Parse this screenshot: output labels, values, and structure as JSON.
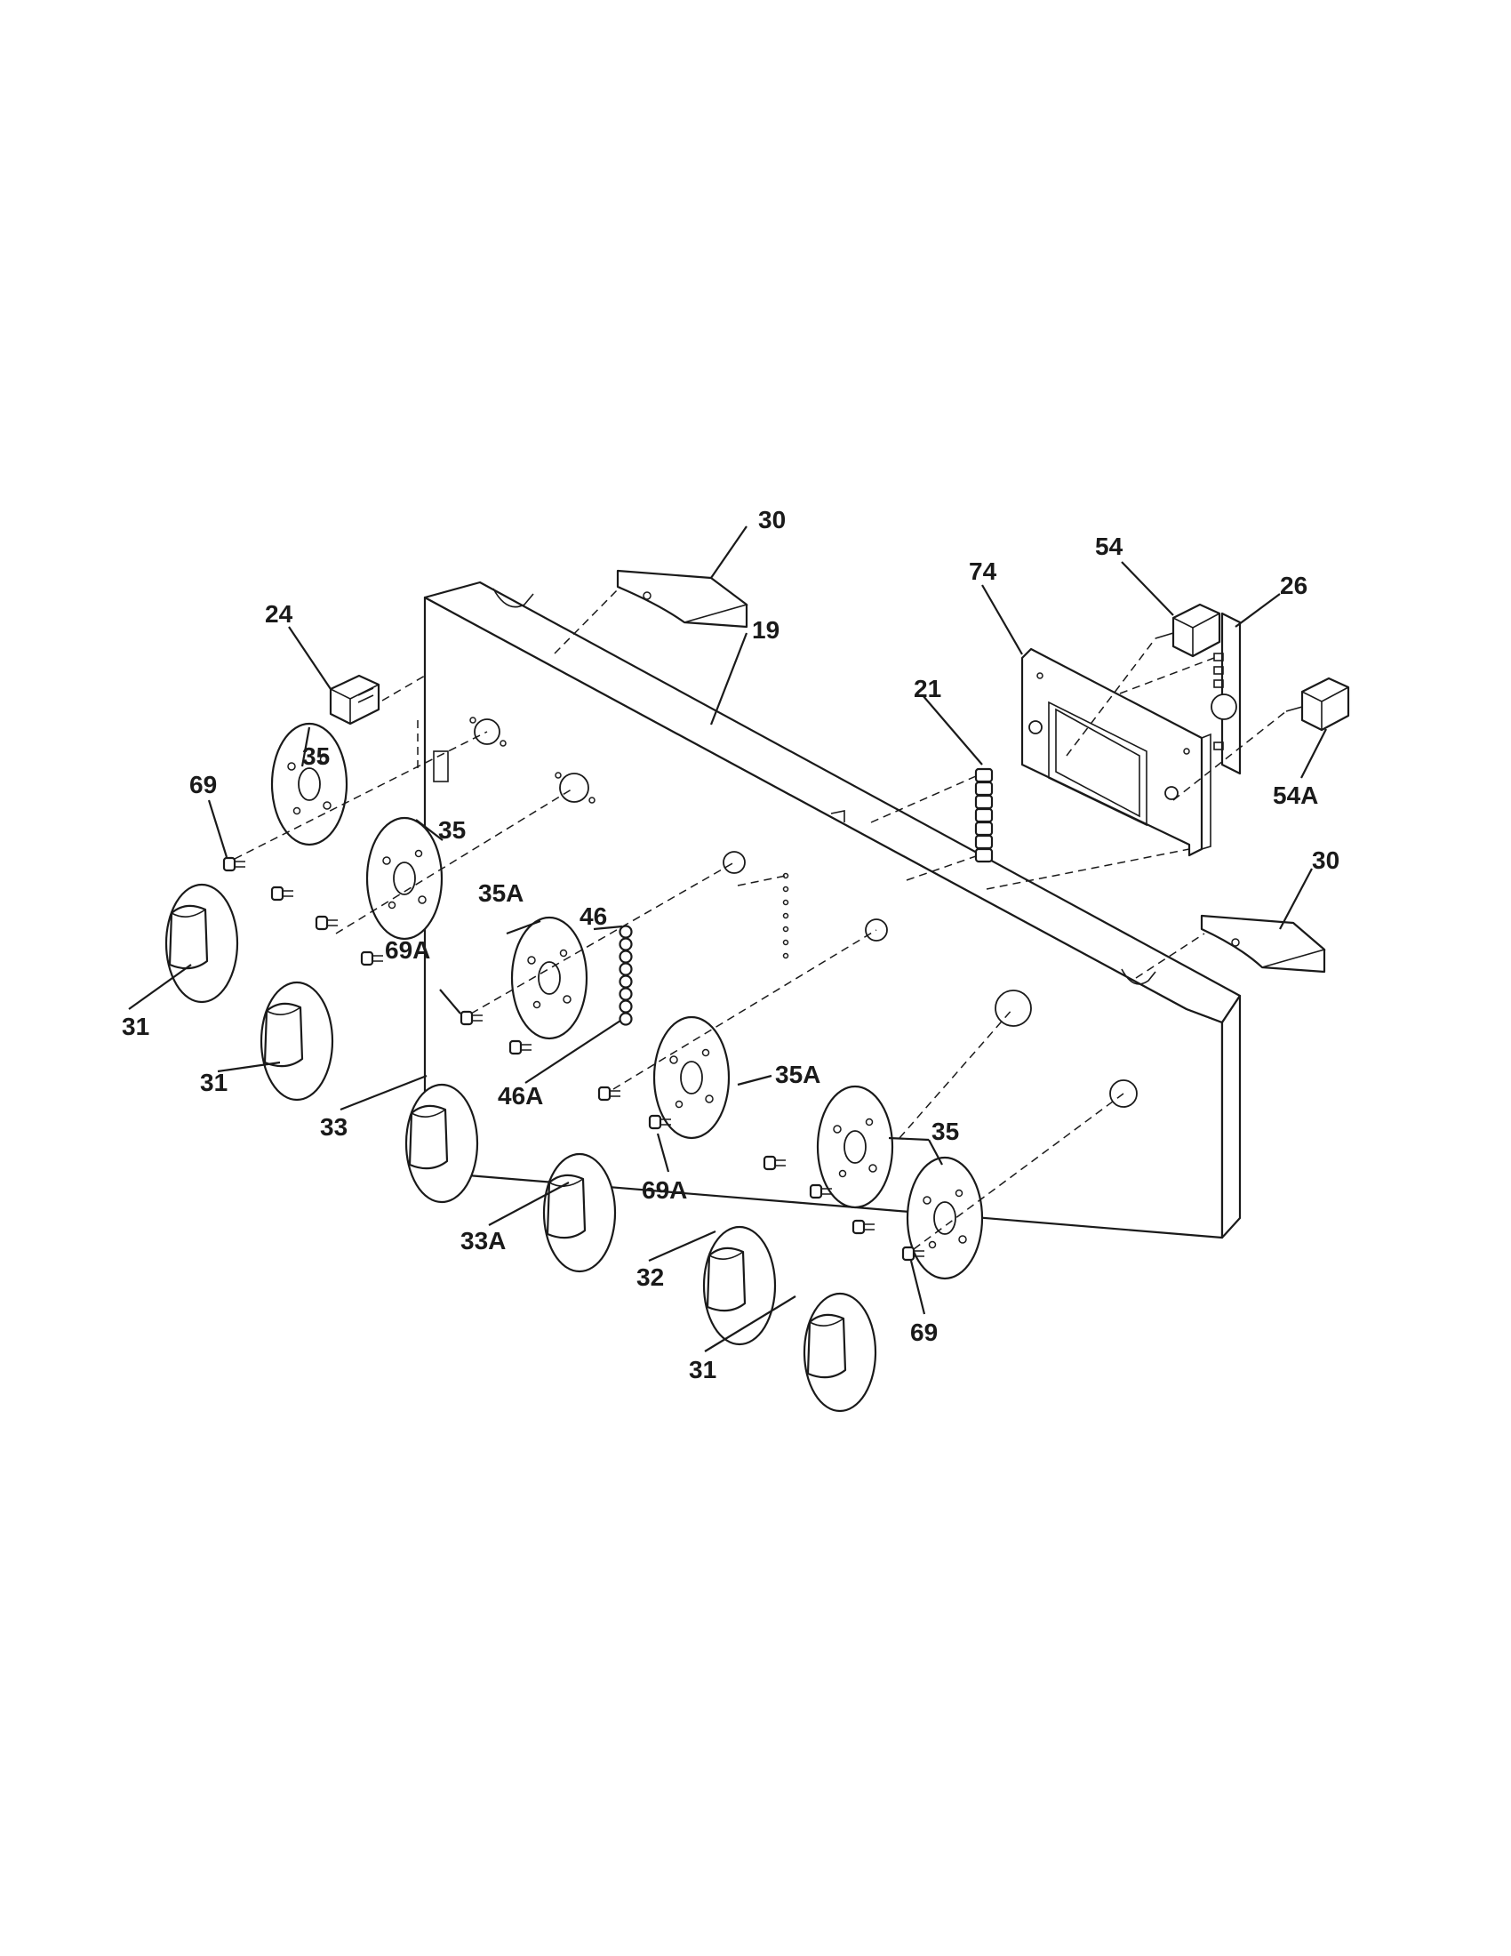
{
  "diagram": {
    "type": "exploded-parts-view",
    "callouts": {
      "c19": "19",
      "c21": "21",
      "c24": "24",
      "c26": "26",
      "c30_top": "30",
      "c30_right": "30",
      "c31_left1": "31",
      "c31_left2": "31",
      "c31_bottom": "31",
      "c32": "32",
      "c33": "33",
      "c33a": "33A",
      "c35_left1": "35",
      "c35_left2": "35",
      "c35_right": "35",
      "c35a_upper": "35A",
      "c35a_lower": "35A",
      "c46": "46",
      "c46a": "46A",
      "c54": "54",
      "c54a": "54A",
      "c69_left": "69",
      "c69_right": "69",
      "c69a_upper": "69A",
      "c69a_lower": "69A",
      "c74": "74"
    }
  }
}
